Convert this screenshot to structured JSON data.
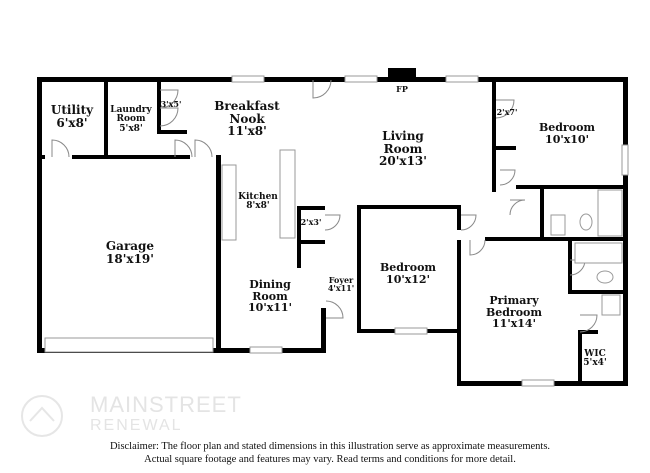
{
  "rooms": [
    {
      "name": "Utility",
      "size": "6'x8'"
    },
    {
      "name": "Laundry Room",
      "size": "5'x8'"
    },
    {
      "name": "",
      "size": "3'x5'"
    },
    {
      "name": "Breakfast Nook",
      "size": "11'x8'"
    },
    {
      "name": "Living Room",
      "size": "20'x13'"
    },
    {
      "name": "Bedroom",
      "size": "10'x10'"
    },
    {
      "name": "",
      "size": "2'x7'"
    },
    {
      "name": "Kitchen",
      "size": "8'x8'"
    },
    {
      "name": "",
      "size": "2'x3'"
    },
    {
      "name": "Garage",
      "size": "18'x19'"
    },
    {
      "name": "Dining Room",
      "size": "10'x11'"
    },
    {
      "name": "Foyer",
      "size": "4'x11'"
    },
    {
      "name": "Bedroom",
      "size": "10'x12'"
    },
    {
      "name": "Primary Bedroom",
      "size": "11'x14'"
    },
    {
      "name": "WIC",
      "size": "5'x4'"
    }
  ],
  "fireplace_label": "FP",
  "logo": {
    "line1": "MAINSTREET",
    "line2": "RENEWAL"
  },
  "disclaimer": {
    "line1": "Disclaimer: The floor plan and stated dimensions in this illustration serve as approximate measurements.",
    "line2": "Actual square footage and features may vary. Read terms and conditions for more detail."
  }
}
